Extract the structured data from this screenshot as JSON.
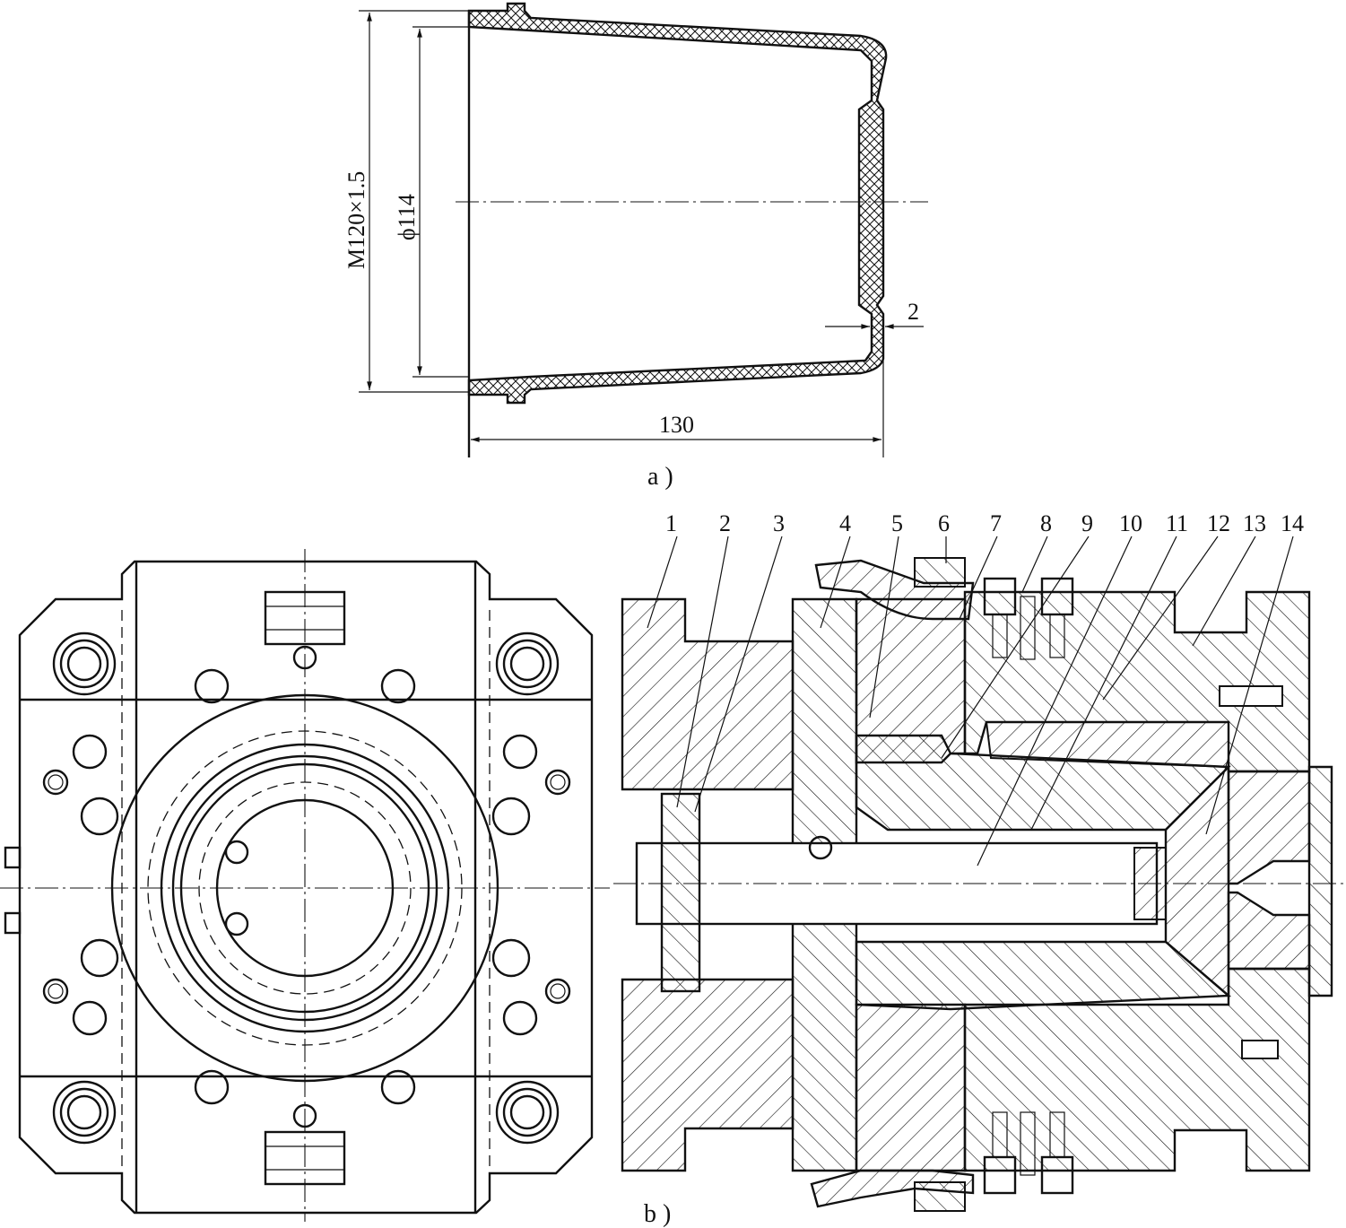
{
  "figure_a": {
    "caption": "a )",
    "dim_thread": "M120×1.5",
    "dim_diameter": "ϕ114",
    "dim_length": "130",
    "dim_wall": "2"
  },
  "figure_b": {
    "caption": "b )",
    "callouts": [
      "1",
      "2",
      "3",
      "4",
      "5",
      "6",
      "7",
      "8",
      "9",
      "10",
      "11",
      "12",
      "13",
      "14"
    ]
  }
}
